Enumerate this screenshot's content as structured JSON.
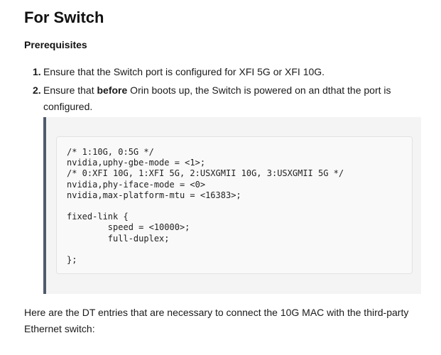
{
  "section": {
    "title": "For Switch",
    "subtitle": "Prerequisites"
  },
  "steps": [
    {
      "number": "1.",
      "text": "Ensure that the Switch port is configured for XFI 5G or XFI 10G."
    },
    {
      "number": "2.",
      "text_before": "Ensure that ",
      "bold": "before",
      "text_after": " Orin boots up, the Switch is powered on an dthat the port is configured."
    }
  ],
  "code": "/* 1:10G, 0:5G */\nnvidia,uphy-gbe-mode = <1>;\n/* 0:XFI 10G, 1:XFI 5G, 2:USXGMII 10G, 3:USXGMII 5G */\nnvidia,phy-iface-mode = <0>\nnvidia,max-platform-mtu = <16383>;\n\nfixed-link {\n        speed = <10000>;\n        full-duplex;\n\n};",
  "footer_paragraph": "Here are the DT entries that are necessary to connect the 10G MAC with the third-party Ethernet switch:"
}
